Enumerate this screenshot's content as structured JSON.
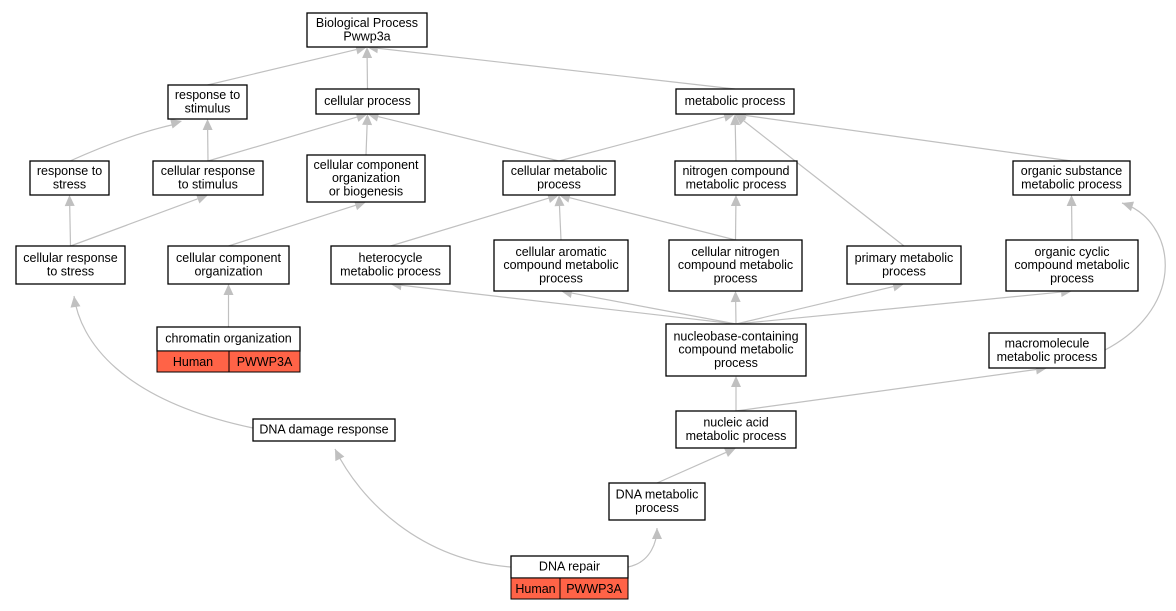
{
  "diagram": {
    "accent_color": "#ff6347",
    "nodes": [
      {
        "id": "bp",
        "lines": [
          "Biological Process",
          "Pwwp3a"
        ]
      },
      {
        "id": "rs",
        "lines": [
          "response to",
          "stimulus"
        ]
      },
      {
        "id": "cp",
        "lines": [
          "cellular process"
        ]
      },
      {
        "id": "mp",
        "lines": [
          "metabolic process"
        ]
      },
      {
        "id": "rst",
        "lines": [
          "response to",
          "stress"
        ]
      },
      {
        "id": "crs",
        "lines": [
          "cellular response",
          "to stimulus"
        ]
      },
      {
        "id": "ccob",
        "lines": [
          "cellular component",
          "organization",
          "or biogenesis"
        ]
      },
      {
        "id": "cmp",
        "lines": [
          "cellular metabolic",
          "process"
        ]
      },
      {
        "id": "ncmp",
        "lines": [
          "nitrogen compound",
          "metabolic process"
        ]
      },
      {
        "id": "osmp",
        "lines": [
          "organic substance",
          "metabolic process"
        ]
      },
      {
        "id": "crst",
        "lines": [
          "cellular response",
          "to stress"
        ]
      },
      {
        "id": "cco",
        "lines": [
          "cellular component",
          "organization"
        ]
      },
      {
        "id": "hmp",
        "lines": [
          "heterocycle",
          "metabolic process"
        ]
      },
      {
        "id": "cacmp",
        "lines": [
          "cellular aromatic",
          "compound metabolic",
          "process"
        ]
      },
      {
        "id": "cncmp",
        "lines": [
          "cellular nitrogen",
          "compound metabolic",
          "process"
        ]
      },
      {
        "id": "pmp",
        "lines": [
          "primary metabolic",
          "process"
        ]
      },
      {
        "id": "occmp",
        "lines": [
          "organic cyclic",
          "compound metabolic",
          "process"
        ]
      },
      {
        "id": "co",
        "lines": [
          "chromatin organization"
        ],
        "tags": [
          "Human",
          "PWWP3A"
        ]
      },
      {
        "id": "nbcmp",
        "lines": [
          "nucleobase-containing",
          "compound metabolic",
          "process"
        ]
      },
      {
        "id": "mmp",
        "lines": [
          "macromolecule",
          "metabolic process"
        ]
      },
      {
        "id": "ddr",
        "lines": [
          "DNA damage response"
        ]
      },
      {
        "id": "namp",
        "lines": [
          "nucleic acid",
          "metabolic process"
        ]
      },
      {
        "id": "dmp",
        "lines": [
          "DNA metabolic",
          "process"
        ]
      },
      {
        "id": "dr",
        "lines": [
          "DNA repair"
        ],
        "tags": [
          "Human",
          "PWWP3A"
        ]
      }
    ],
    "edges": [
      [
        "rs",
        "bp"
      ],
      [
        "cp",
        "bp"
      ],
      [
        "mp",
        "bp"
      ],
      [
        "rst",
        "rs"
      ],
      [
        "crs",
        "rs"
      ],
      [
        "crs",
        "cp"
      ],
      [
        "ccob",
        "cp"
      ],
      [
        "cmp",
        "cp"
      ],
      [
        "cmp",
        "mp"
      ],
      [
        "ncmp",
        "mp"
      ],
      [
        "pmp",
        "mp"
      ],
      [
        "osmp",
        "mp"
      ],
      [
        "crst",
        "rst"
      ],
      [
        "crst",
        "crs"
      ],
      [
        "cco",
        "ccob"
      ],
      [
        "hmp",
        "cmp"
      ],
      [
        "cacmp",
        "cmp"
      ],
      [
        "cncmp",
        "cmp"
      ],
      [
        "cncmp",
        "ncmp"
      ],
      [
        "occmp",
        "osmp"
      ],
      [
        "mmp",
        "osmp"
      ],
      [
        "co",
        "cco"
      ],
      [
        "nbcmp",
        "hmp"
      ],
      [
        "nbcmp",
        "cacmp"
      ],
      [
        "nbcmp",
        "cncmp"
      ],
      [
        "nbcmp",
        "pmp"
      ],
      [
        "nbcmp",
        "occmp"
      ],
      [
        "ddr",
        "crst"
      ],
      [
        "namp",
        "nbcmp"
      ],
      [
        "namp",
        "mmp"
      ],
      [
        "dmp",
        "namp"
      ],
      [
        "dr",
        "ddr"
      ],
      [
        "dr",
        "dmp"
      ]
    ]
  }
}
